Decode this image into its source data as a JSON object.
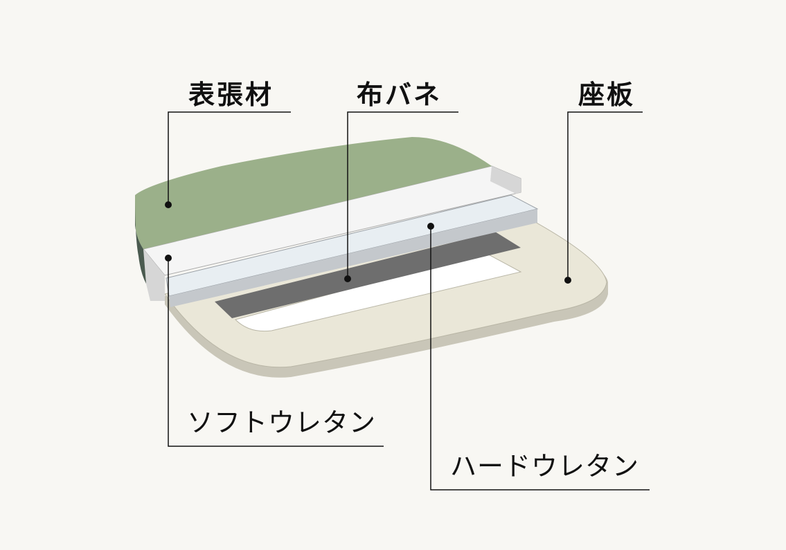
{
  "labels": {
    "cover": "表張材",
    "fabric_spring": "布バネ",
    "seat_board": "座板",
    "soft_urethane": "ソフトウレタン",
    "hard_urethane": "ハードウレタン"
  },
  "colors": {
    "background": "#f8f7f3",
    "cover_green": "#9bb08a",
    "soft_urethane": "#f5f5f5",
    "hard_urethane": "#e8eef2",
    "fabric_spring": "#6e6e6e",
    "seat_board": "#eae7d8"
  }
}
